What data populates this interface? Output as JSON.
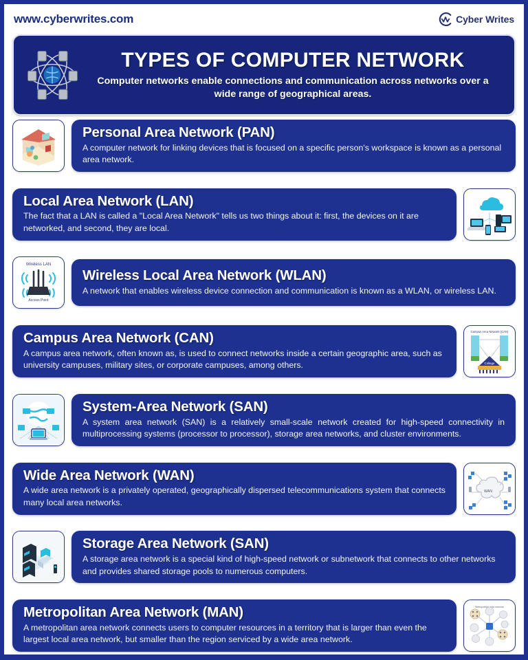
{
  "topbar": {
    "site_url": "www.cyberwrites.com",
    "brand_name": "Cyber Writes",
    "brand_icon": "cyber-writes-logo-icon",
    "url_color": "#1b2f7e"
  },
  "banner": {
    "icon": "network-globe-computers-icon",
    "title": "TYPES OF COMPUTER NETWORK",
    "subtitle": "Computer networks enable connections and communication across networks over a wide range of geographical areas.",
    "background_color": "#17267c",
    "text_color": "#ffffff"
  },
  "theme": {
    "page_border_color": "#1e3191",
    "card_color": "#1e3191",
    "sheet_color": "#ffffff",
    "icon_border_color": "#2b3a87"
  },
  "cards": [
    {
      "title": "Personal Area Network (PAN)",
      "description": "A computer network for linking devices that is focused on a specific person's workspace is known as a personal area network.",
      "icon": "smart-home-house-icon",
      "icon_side": "left",
      "justify": false
    },
    {
      "title": "Local Area Network (LAN)",
      "description": "The fact that a LAN is called a \"Local Area Network\" tells us two things about it: first, the devices on it are networked, and second, they are local.",
      "icon": "cloud-connected-devices-icon",
      "icon_side": "right",
      "justify": false
    },
    {
      "title": "Wireless Local Area Network (WLAN)",
      "description": "A network that enables wireless device connection and communication is known as a WLAN, or wireless LAN.",
      "icon": "wireless-router-access-point-icon",
      "icon_side": "left",
      "icon_caption_top": "Wireless LAN",
      "icon_caption_bottom": "Access Point",
      "justify": false
    },
    {
      "title": "Campus Area Network (CAN)",
      "description": "A campus area network, often known as, is used to connect networks inside a certain geographic area, such as university campuses, military sites, or corporate campuses, among others.",
      "icon": "campus-buildings-network-icon",
      "icon_side": "right",
      "icon_caption_top": "Campus Area Network (CAN)",
      "justify": false
    },
    {
      "title": "System-Area Network (SAN)",
      "description": "A system area network (SAN) is a relatively small-scale network created for high-speed connectivity in multiprocessing systems (processor to processor), storage area networks, and cluster environments.",
      "icon": "globe-servers-laptop-icon",
      "icon_side": "left",
      "justify": true
    },
    {
      "title": "Wide Area Network (WAN)",
      "description": "A wide area network is a privately operated, geographically dispersed telecommunications system that connects many local area networks.",
      "icon": "wan-cloud-topology-icon",
      "icon_side": "right",
      "icon_caption_center": "WAN",
      "justify": true
    },
    {
      "title": "Storage Area Network (SAN)",
      "description": "A storage area network is a special kind of high-speed network or subnetwork that connects to other networks and provides shared storage pools to numerous computers.",
      "icon": "storage-servers-isometric-icon",
      "icon_side": "left",
      "justify": false
    },
    {
      "title": "Metropolitan Area Network (MAN)",
      "description": "A metropolitan area network connects users to computer resources in a territory that is larger than even the largest local area network, but smaller than the region serviced by a wide area network.",
      "icon": "metropolitan-star-topology-icon",
      "icon_side": "right",
      "icon_caption_top": "Metropolitan area network",
      "justify": false
    }
  ]
}
